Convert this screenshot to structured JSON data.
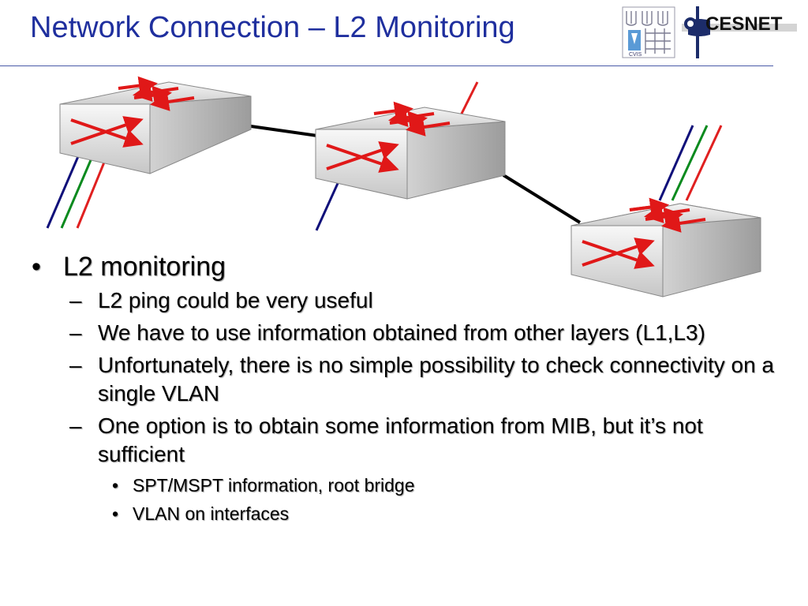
{
  "slide": {
    "title": "Network Connection – L2 Monitoring",
    "logo_right_text": "CESNET",
    "logo_left_text": "CVIS"
  },
  "bullets": {
    "level1_mark": "•",
    "level2_mark": "–",
    "level3_mark": "•",
    "main": "L2 monitoring",
    "sub": [
      "L2 ping could be very useful",
      "We have to use information obtained from other layers (L1,L3)",
      "Unfortunately, there is no simple possibility to check connectivity on a single VLAN",
      "One option is to obtain some information from MIB, but it’s not sufficient"
    ],
    "subsub": [
      "SPT/MSPT information, root bridge",
      "VLAN on interfaces"
    ]
  },
  "colors": {
    "title": "#1f2f9e",
    "arrow_red": "#e01818",
    "link_blue": "#10107a",
    "link_green": "#0a8a1e",
    "link_red": "#e02020"
  }
}
